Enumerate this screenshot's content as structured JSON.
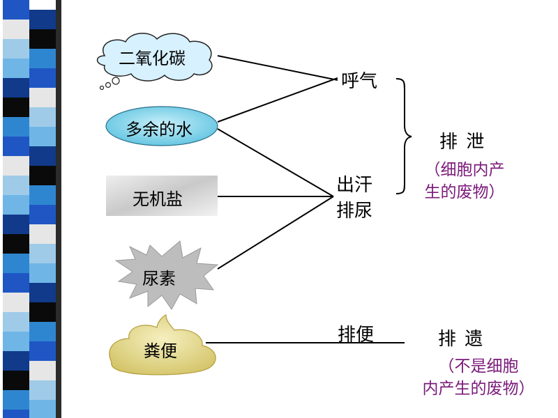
{
  "substances": [
    {
      "label": "二氧化碳",
      "shape": "cloud"
    },
    {
      "label": "多余的水",
      "shape": "water-ellipse"
    },
    {
      "label": "无机盐",
      "shape": "marble-rect"
    },
    {
      "label": "尿素",
      "shape": "star-burst"
    },
    {
      "label": "粪便",
      "shape": "mound"
    }
  ],
  "processes": {
    "breath": "呼气",
    "sweat": "出汗",
    "urine": "排尿",
    "defecate": "排便"
  },
  "categories": {
    "excretion": {
      "label": "排 泄",
      "note_line1": "（细胞内产",
      "note_line2": "生的废物）"
    },
    "egestion": {
      "label": "排 遗",
      "note_line1": "（不是细胞",
      "note_line2": "内产生的废物）"
    }
  },
  "colors": {
    "note": "#7a1a7a",
    "cloud_fill": "#d7f1ff",
    "water_fill": "#7fd3ea",
    "marble_fill": "#d9d9d9",
    "star_fill": "#bdbdbd",
    "mound_fill": "#e6dc8e"
  }
}
